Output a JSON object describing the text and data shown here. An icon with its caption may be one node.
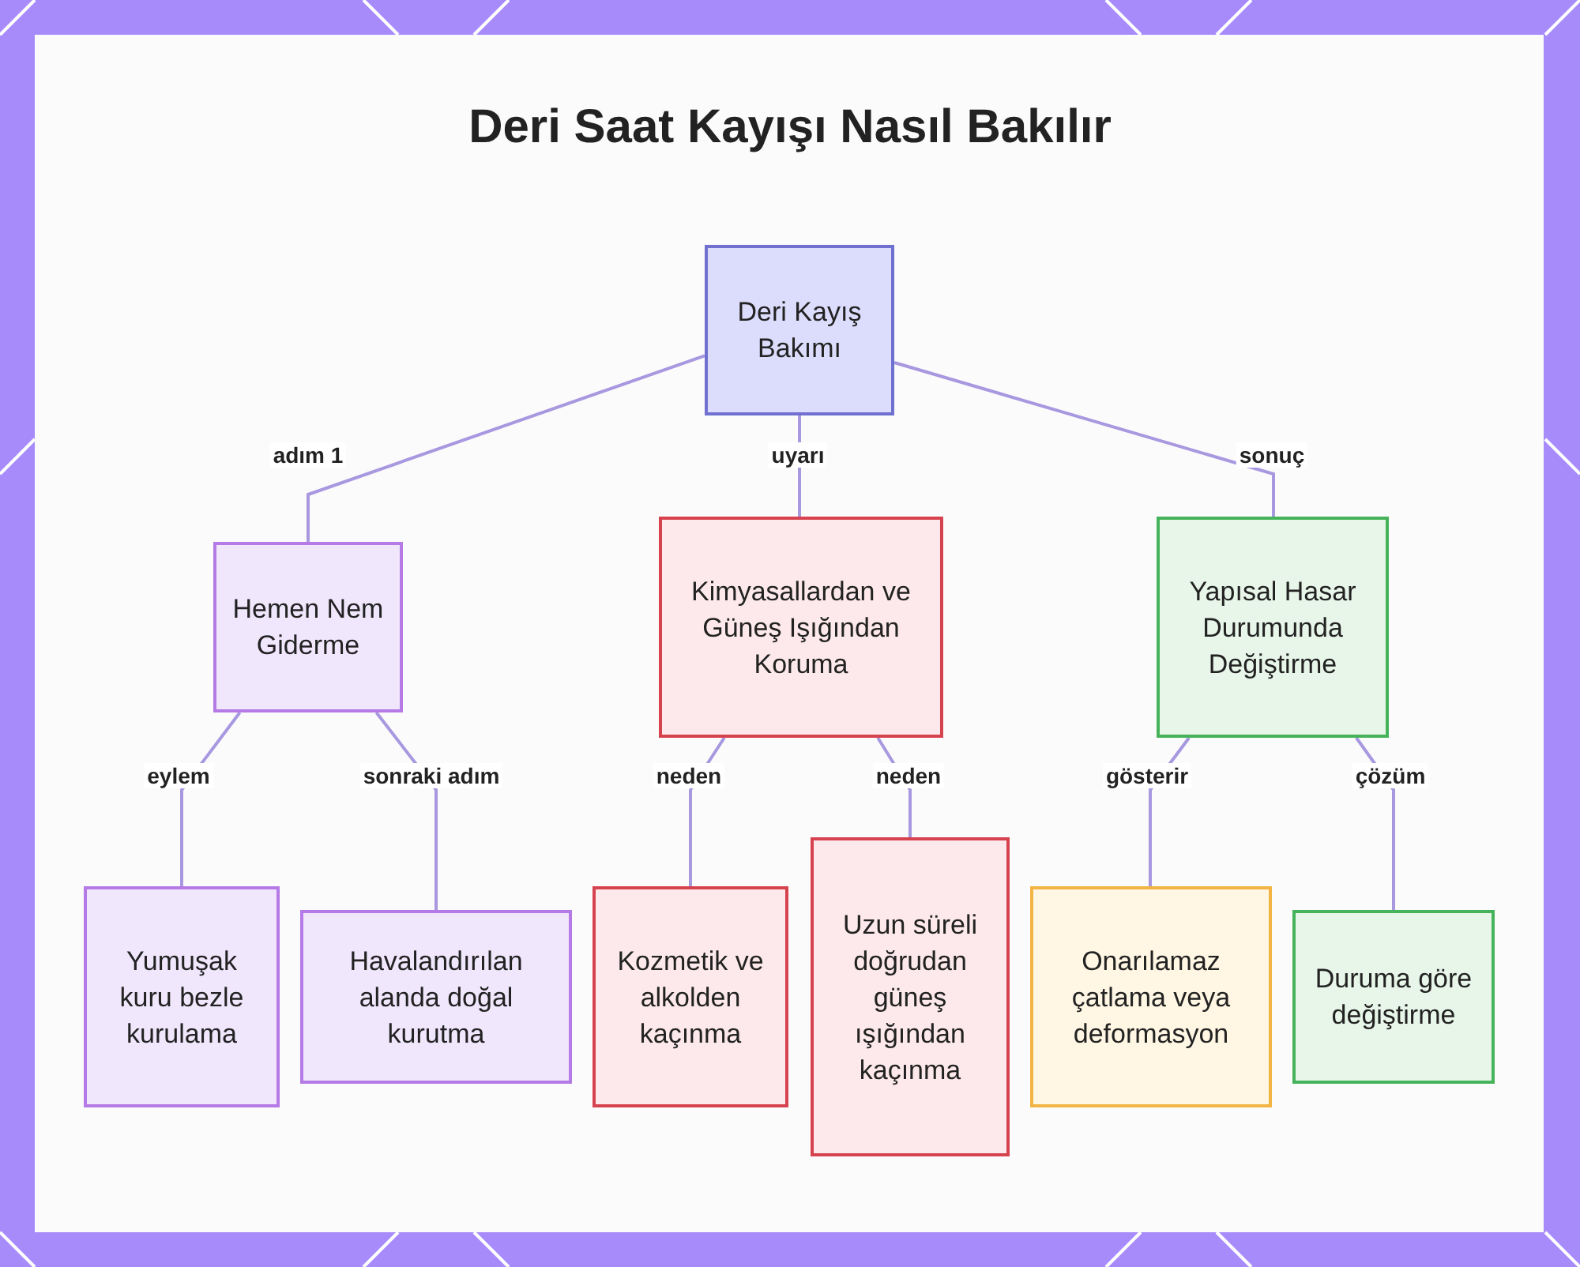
{
  "diagram": {
    "title": "Deri Saat Kayışı Nasıl Bakılır",
    "nodes": [
      {
        "text": [
          "Deri Kayış Bakımı"
        ]
      },
      {
        "text": [
          "Hemen Nem Giderme"
        ]
      },
      {
        "text": [
          "Kimyasallardan ve Güneş Işığından Koruma"
        ]
      },
      {
        "text": [
          "Yapısal Hasar Durumunda Değiştirme"
        ]
      },
      {
        "text": [
          "Yumuşak kuru bezle kurulama"
        ]
      },
      {
        "text": [
          "Havalandırılan alanda doğal kurutma"
        ]
      },
      {
        "text": [
          "Kozmetik ve alkolden kaçınma"
        ]
      },
      {
        "text": [
          "Uzun süreli doğrudan güneş ışığından kaçınma"
        ]
      },
      {
        "text": [
          "Onarılamaz çatlama veya deformasyon"
        ]
      },
      {
        "text": [
          "Duruma göre değiştirme"
        ]
      }
    ],
    "edges": [
      {
        "from": 0,
        "to": 1,
        "arrow": "none",
        "label": "adım 1"
      },
      {
        "from": 0,
        "to": 2,
        "arrow": "none",
        "label": "uyarı"
      },
      {
        "from": 0,
        "to": 3,
        "arrow": "none",
        "label": "sonuç"
      },
      {
        "from": 1,
        "to": 4,
        "arrow": "none",
        "label": "eylem"
      },
      {
        "from": 1,
        "to": 5,
        "arrow": "none",
        "label": "sonraki adım"
      },
      {
        "from": 2,
        "to": 6,
        "arrow": "none",
        "label": "neden"
      },
      {
        "from": 2,
        "to": 7,
        "arrow": "none",
        "label": "neden"
      },
      {
        "from": 3,
        "to": 8,
        "arrow": "none",
        "label": "gösterir"
      },
      {
        "from": 3,
        "to": 9,
        "arrow": "none",
        "label": "çözüm"
      }
    ]
  }
}
